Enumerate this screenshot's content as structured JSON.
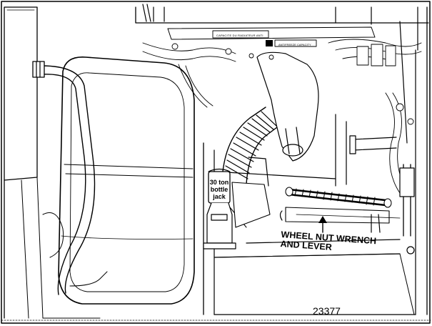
{
  "figure": {
    "number": "23377"
  },
  "callouts": {
    "jack": [
      "30 ton",
      "bottle",
      "jack"
    ],
    "wrench": [
      "WHEEL NUT WRENCH",
      "AND LEVER"
    ]
  },
  "placards": {
    "left": "CAPACITE DU RADIATEUR ANTI",
    "right": "ANTIFREEZE CAPACITY"
  },
  "colors": {
    "line": "#000000",
    "background": "#ffffff",
    "fill": "#ffffff"
  },
  "icons": {
    "arrow": "arrow-up-icon"
  }
}
